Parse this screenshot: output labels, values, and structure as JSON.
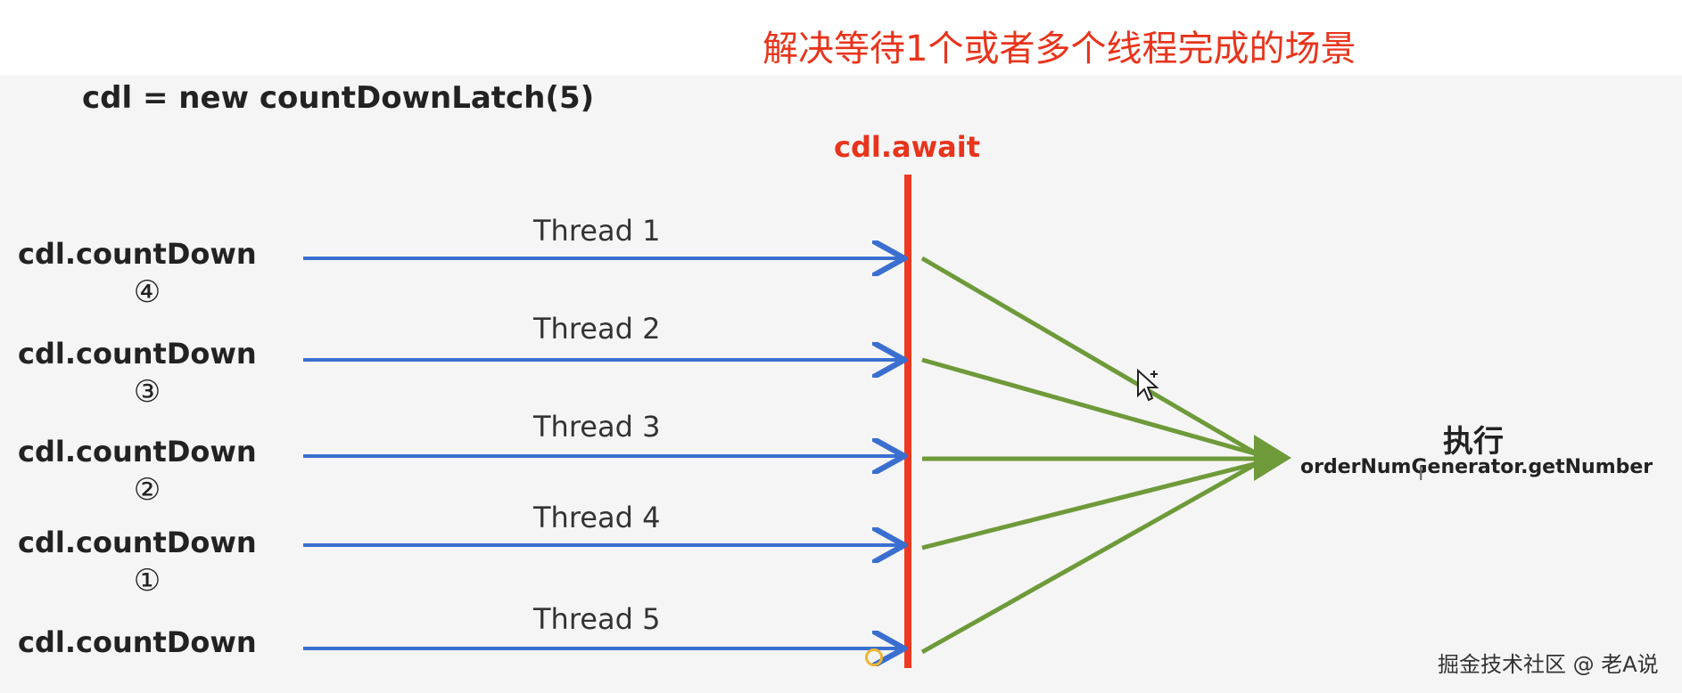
{
  "title": "解决等待1个或者多个线程完成的场景",
  "init_code": "cdl = new countDownLatch(5)",
  "await_label": "cdl.await",
  "count_down_items": [
    {
      "label": "cdl.countDown",
      "order": "④",
      "thread": "Thread 1"
    },
    {
      "label": "cdl.countDown",
      "order": "③",
      "thread": "Thread 2"
    },
    {
      "label": "cdl.countDown",
      "order": "②",
      "thread": "Thread 3"
    },
    {
      "label": "cdl.countDown",
      "order": "①",
      "thread": "Thread 4"
    },
    {
      "label": "cdl.countDown",
      "order": "",
      "thread": "Thread 5"
    }
  ],
  "execute": {
    "title": "执行",
    "method": "orderNumGenerator.getNumber"
  },
  "watermark": "掘金技术社区 @ 老A说",
  "colors": {
    "title": "#e8341c",
    "await_line": "#ee3a22",
    "thread_arrow": "#3a6fd0",
    "converge_line": "#6e9a3a"
  }
}
